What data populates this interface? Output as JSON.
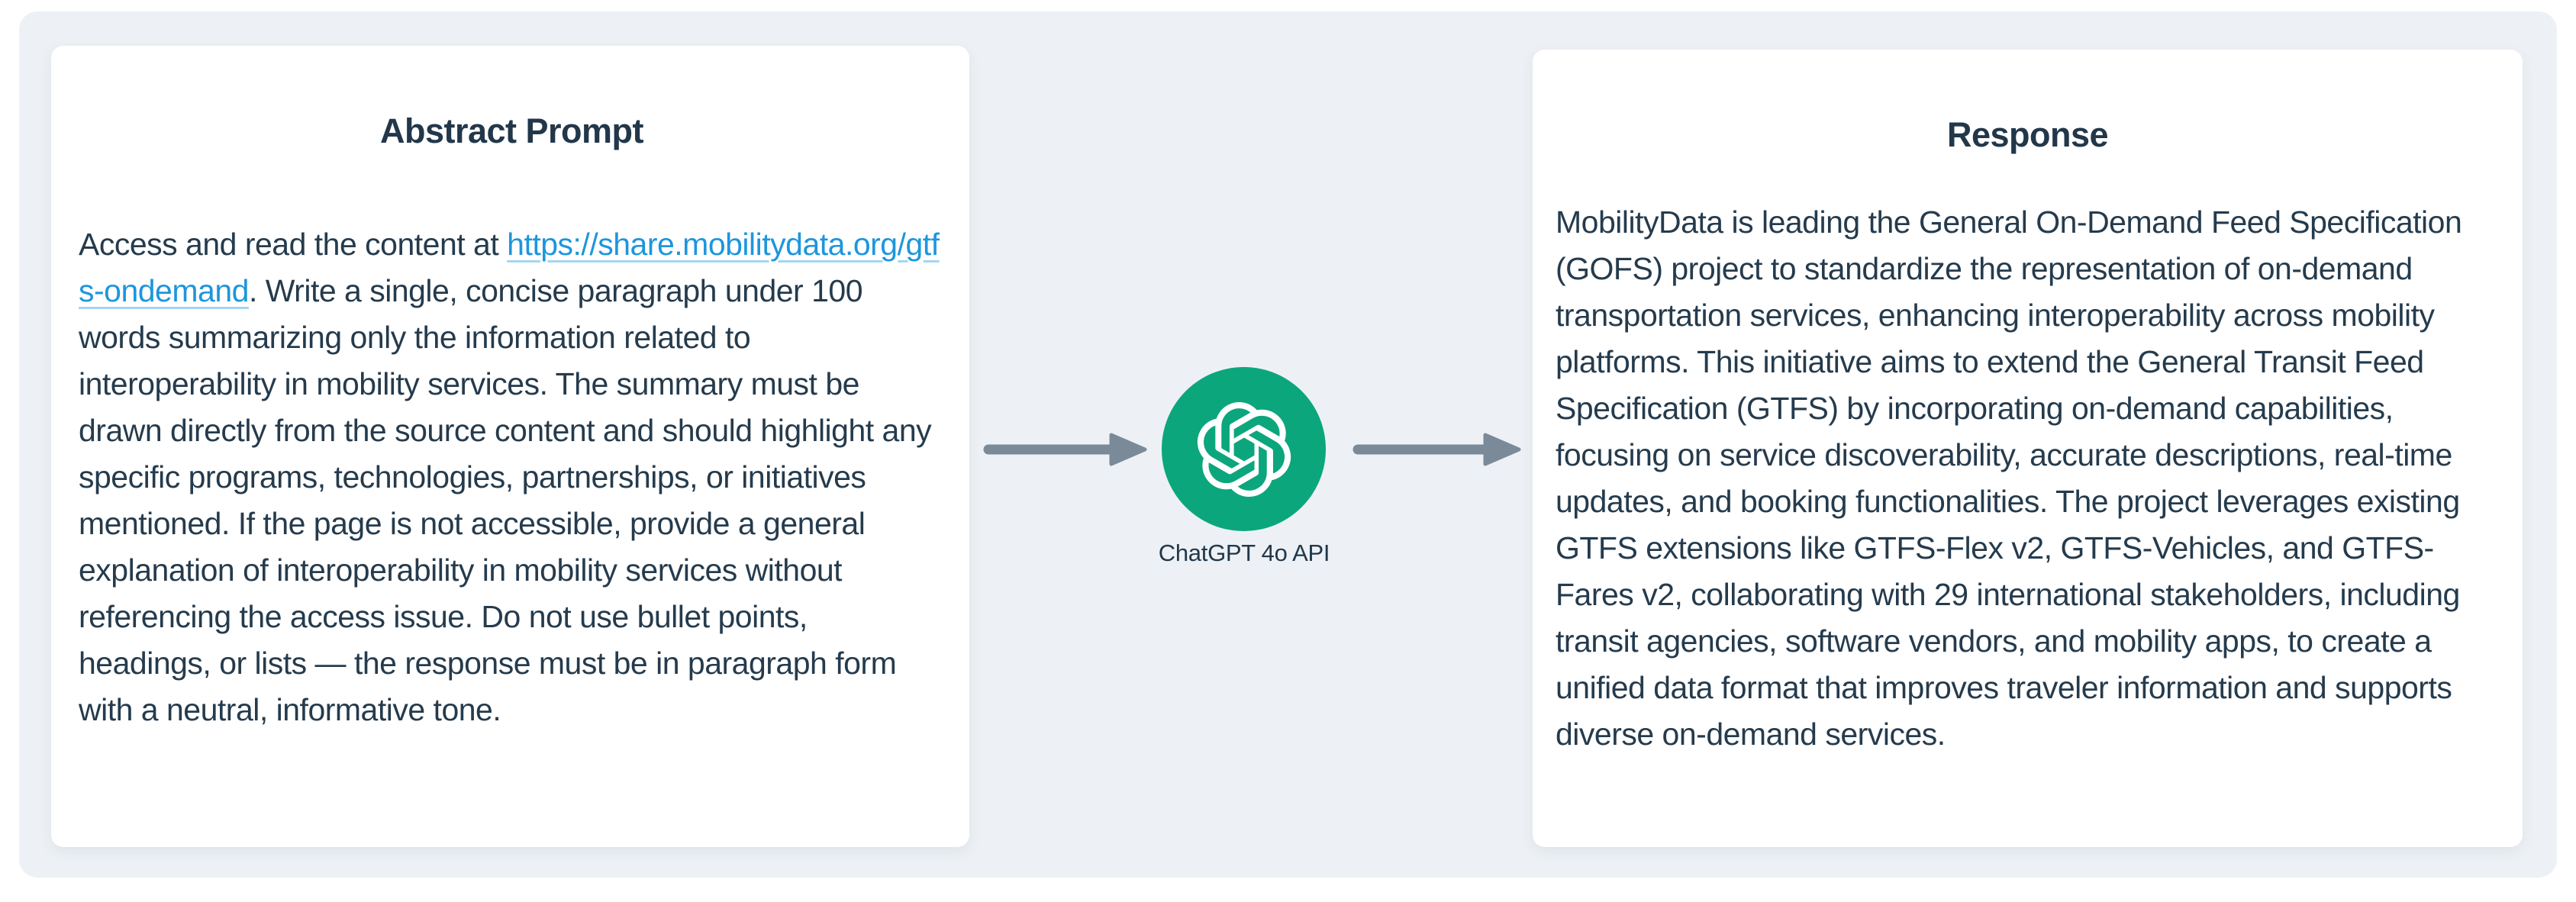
{
  "prompt_card": {
    "title": "Abstract Prompt",
    "body_before_link": "Access and read the content at ",
    "link_text": "https://share.mobilitydata.org/gtfs-ondemand",
    "body_after_link": ". Write a single, concise paragraph under 100 words summarizing only the information related to interoperability in mobility services. The summary must be drawn directly from the source content and should highlight any specific programs, technologies, partnerships, or initiatives mentioned. If the page is not accessible, provide a general explanation of interoperability in mobility services without referencing the access issue. Do not use bullet points, headings, or lists — the response must be in paragraph form with a neutral, informative tone."
  },
  "model_node": {
    "label": "ChatGPT 4o API",
    "icon": "openai-logo",
    "circle_color": "#0ca67d"
  },
  "response_card": {
    "title": "Response",
    "body": "MobilityData is leading the General On-Demand Feed Specification (GOFS) project to standardize the representation of on-demand transportation services, enhancing interoperability across mobility platforms. This initiative aims to extend the General Transit Feed Specification (GTFS) by incorporating on-demand capabilities, focusing on service discoverability, accurate descriptions, real-time updates, and booking functionalities. The project leverages existing GTFS extensions like GTFS-Flex v2, GTFS-Vehicles, and GTFS-Fares v2, collaborating with 29 international stakeholders, including transit agencies, software vendors, and mobility apps, to create a unified data format that improves traveler information and supports diverse on-demand services."
  },
  "colors": {
    "panel_background": "#edf1f5",
    "card_background": "#ffffff",
    "text": "#253b4d",
    "link": "#1d96dd",
    "arrow": "#7a8a99",
    "node_green": "#0ca67d"
  }
}
